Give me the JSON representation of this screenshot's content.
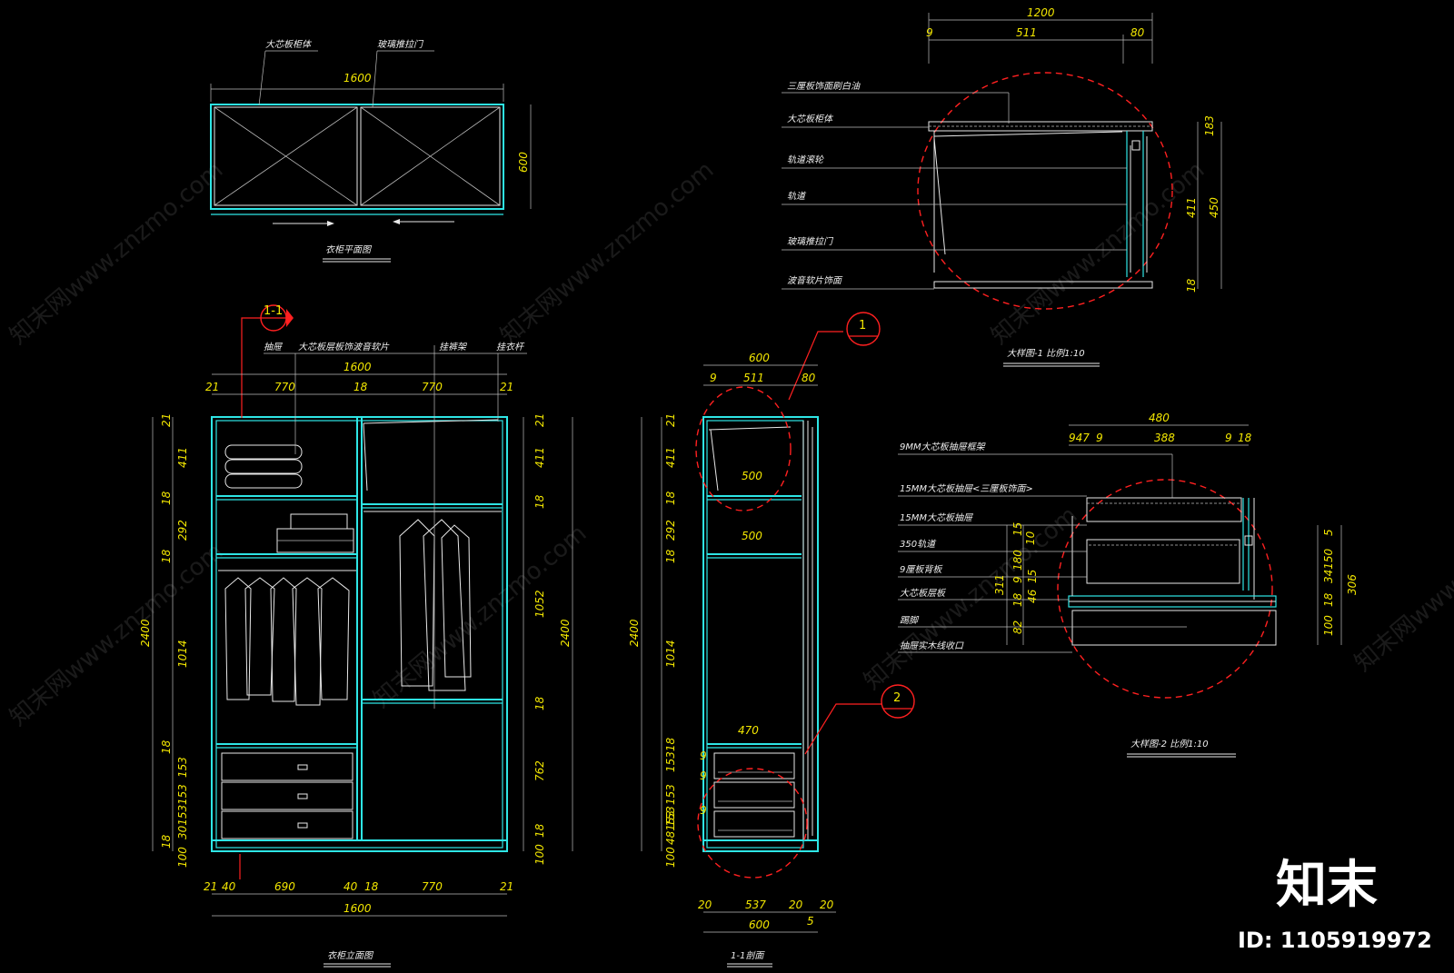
{
  "plan_view": {
    "title": "衣柜平面图",
    "label_carcass": "大芯板柜体",
    "label_door": "玻璃推拉门",
    "dim_width": "1600",
    "dim_depth": "600"
  },
  "front_elevation": {
    "title": "衣柜立面图",
    "section_marker": "1-1",
    "labels": [
      "抽屉",
      "大芯板层板饰波音软片",
      "挂裤架",
      "挂衣杆"
    ],
    "top_dims": [
      "21",
      "770",
      "18",
      "770",
      "21"
    ],
    "top_total": "1600",
    "bottom_dims": [
      "21",
      "40",
      "690",
      "40",
      "18",
      "770",
      "21"
    ],
    "bottom_total": "1600",
    "left_dims": [
      "21",
      "411",
      "18",
      "292",
      "18",
      "1014",
      "18",
      "153",
      "153",
      "30153",
      "18",
      "100"
    ],
    "left_total": "2400",
    "right_dims": [
      "21",
      "411",
      "18",
      "1052",
      "18",
      "762",
      "18",
      "100"
    ],
    "right_total": "2400"
  },
  "side_section": {
    "title": "1-1剖面",
    "detail_1": "1",
    "detail_2": "2",
    "top_total": "600",
    "top_dims": [
      "9",
      "511",
      "80"
    ],
    "shelf_widths": [
      "500",
      "500",
      "470"
    ],
    "left_dims": [
      "21",
      "411",
      "18",
      "292",
      "18",
      "1014",
      "15318",
      "153",
      "153",
      "48153",
      "100"
    ],
    "left_total": "2400",
    "drawer_marks": [
      "9",
      "9",
      "9"
    ],
    "bottom_dims": [
      "20",
      "537",
      "20",
      "20"
    ],
    "bottom_small": "5",
    "bottom_total": "600"
  },
  "detail_1": {
    "title": "大样图-1 比例1:10",
    "top_total": "1200",
    "top_dims": [
      "9",
      "511",
      "80"
    ],
    "labels": [
      "三厘板饰面刷白油",
      "大芯板柜体",
      "轨道滚轮",
      "轨道",
      "玻璃推拉门",
      "波音软片饰面"
    ],
    "right_dims": [
      "183",
      "411",
      "18"
    ],
    "right_total": "450"
  },
  "detail_2": {
    "title": "大样图-2 比例1:10",
    "top_total": "480",
    "top_dims": [
      "947",
      "9",
      "388",
      "9",
      "18"
    ],
    "labels": [
      "9MM大芯板抽屉框架",
      "15MM大芯板抽屉<三厘板饰面>",
      "15MM大芯板抽屉",
      "350轨道",
      "9厘板背板",
      "大芯板层板",
      "踢脚",
      "抽屉实木线收口"
    ],
    "left_dims": [
      "15",
      "10",
      "180",
      "9",
      "15",
      "46",
      "18",
      "82"
    ],
    "left_total": "311",
    "right_dims": [
      "5",
      "34150",
      "18",
      "100"
    ],
    "right_total": "306"
  },
  "branding": {
    "watermark": "知末网www.znzmo.com",
    "logo": "知末",
    "id": "ID: 1105919972"
  }
}
